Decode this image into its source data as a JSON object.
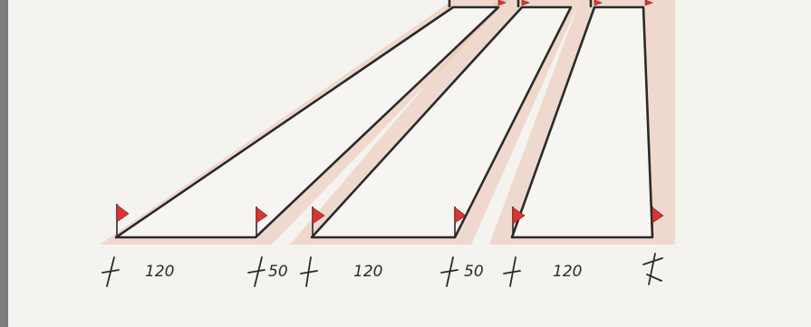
{
  "diagram": {
    "segments": [
      {
        "label": "120"
      },
      {
        "label": "50"
      },
      {
        "label": "120"
      },
      {
        "label": "50"
      },
      {
        "label": "120"
      }
    ],
    "colors": {
      "ink": "#2a2a2a",
      "flag": "#d93535",
      "shade": "#e9b9a1"
    }
  }
}
